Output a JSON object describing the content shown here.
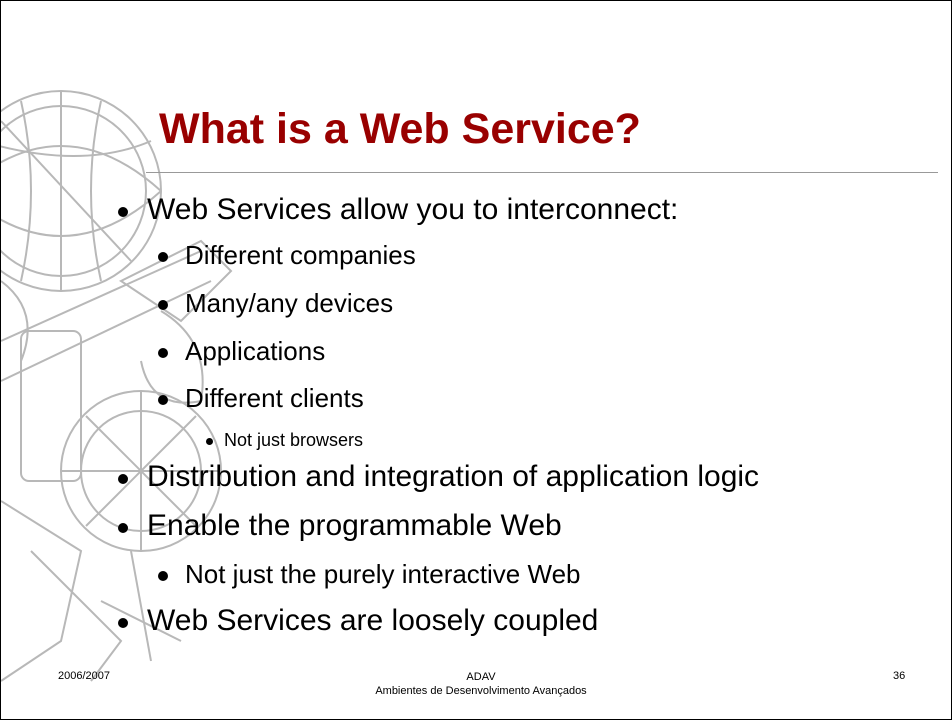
{
  "slide": {
    "title": "What is a Web Service?",
    "bullets": [
      "Web Services allow you to interconnect:",
      "Different companies",
      "Many/any devices",
      "Applications",
      "Different clients",
      "Not just browsers",
      "Distribution and integration of application logic",
      "Enable the programmable Web",
      "Not just the purely interactive Web",
      "Web Services are loosely coupled"
    ],
    "footer": {
      "left": "2006/2007",
      "center_line1": "ADAV",
      "center_line2": "Ambientes de Desenvolvimento Avançados",
      "right": "36"
    }
  },
  "colors": {
    "title": "#990000",
    "rule": "#999999",
    "decoration": "#b8b8b8"
  },
  "icons": {
    "background_decoration": "astrolabe-compass-illustration"
  }
}
